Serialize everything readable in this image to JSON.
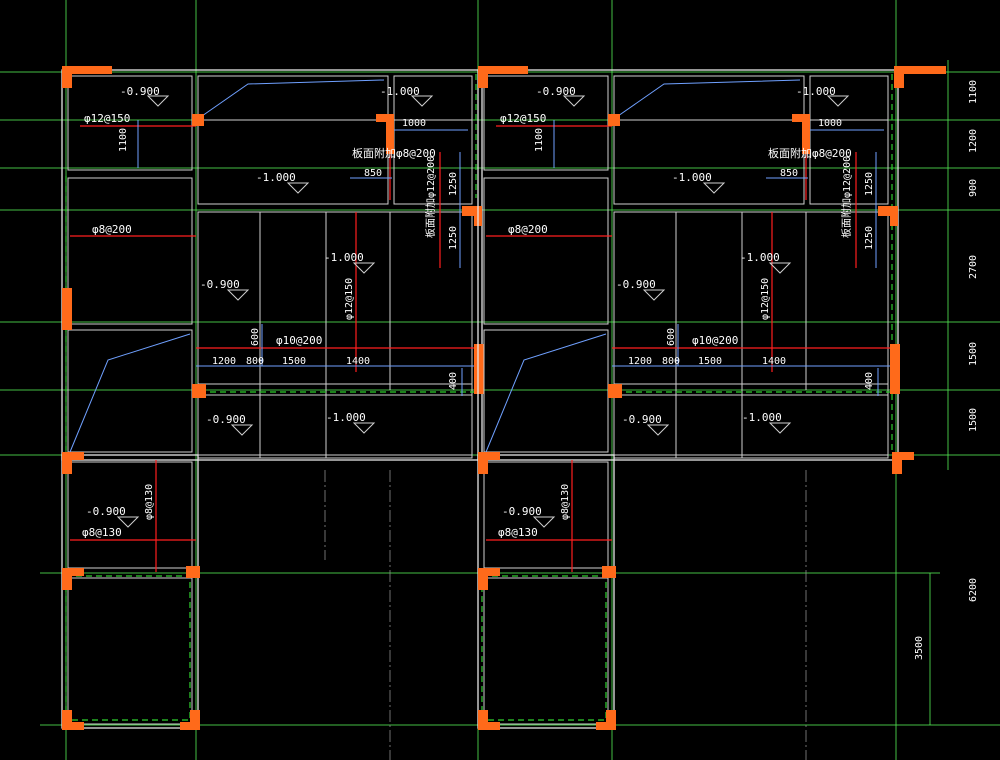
{
  "drawing": {
    "colors": {
      "background": "#000000",
      "grid": "#4fe04f",
      "wall": "#e6e6e6",
      "rebar": "#ff1f1f",
      "dimension": "#6fa0ff",
      "column": "#ff6a1a",
      "slab_edge": "#2fd12f"
    },
    "right_dims": [
      "1100",
      "1200",
      "900",
      "2700",
      "1500",
      "1500",
      "6200",
      "3500"
    ],
    "unit_labels": {
      "level_top_left": "-0.900",
      "level_top_mid": "-1.000",
      "level_top_room": "-1.000",
      "level_center": "-1.000",
      "level_left_mid": "-0.900",
      "level_low_left": "-0.900",
      "level_low_mid": "-1.000",
      "level_bottom_room": "-0.900",
      "rebar_top": "φ12@150",
      "rebar_top_dim": "1100",
      "rebar_small": "1000",
      "rebar_note": "板面附加φ8@200",
      "rebar_note_dim": "850",
      "rebar_vertical": "板面附加φ12@200",
      "rebar_v_dim1": "1250",
      "rebar_v_dim2": "1250",
      "rebar_left": "φ8@200",
      "rebar_center_v": "φ12@150",
      "rebar_center_h": "φ10@200",
      "dim_600": "600",
      "dim_1200": "1200",
      "dim_800": "800",
      "dim_1500": "1500",
      "dim_1400": "1400",
      "dim_400": "400",
      "rebar_bottom_v": "φ8@130",
      "rebar_bottom_h": "φ8@130"
    }
  }
}
